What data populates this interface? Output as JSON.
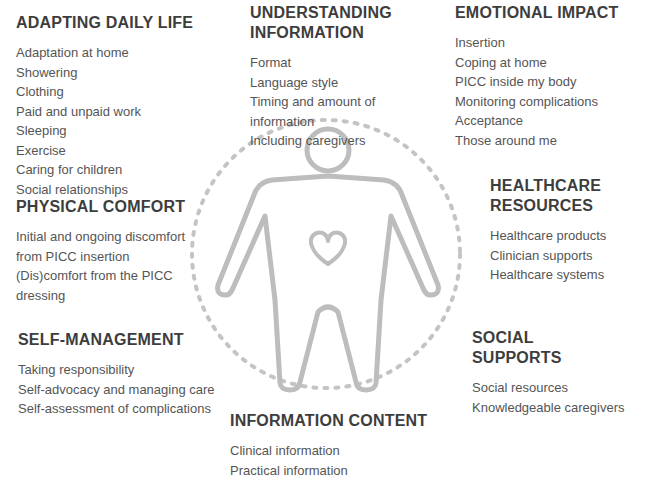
{
  "diagram": {
    "labels": [
      "ADAPTING DAILY LIFE",
      "Adaptation at home",
      "Showering",
      "Clothing",
      "Paid and unpaid work",
      "Sleeping",
      "Exercise",
      "Caring for children",
      "Social relationships",
      "UNDERSTANDING INFORMATION",
      "Format",
      "Language style",
      "Timing and amount of information",
      "Including caregivers",
      "EMOTIONAL IMPACT",
      "Insertion",
      "Coping at home",
      "PICC inside my body",
      "Monitoring complications",
      "Acceptance",
      "Those around me",
      "PHYSICAL COMFORT",
      "Initial and ongoing discomfort from PICC insertion",
      "(Dis)comfort from the PICC dressing",
      "HEALTHCARE RESOURCES",
      "Healthcare products",
      "Clinician supports",
      "Healthcare systems",
      "SELF-MANAGEMENT",
      "Taking responsibility",
      "Self-advocacy and managing care",
      "Self-assessment of complications",
      "SOCIAL SUPPORTS",
      "Social resources",
      "Knowledgeable caregivers",
      "INFORMATION CONTENT",
      "Clinical information",
      "Practical information"
    ]
  }
}
